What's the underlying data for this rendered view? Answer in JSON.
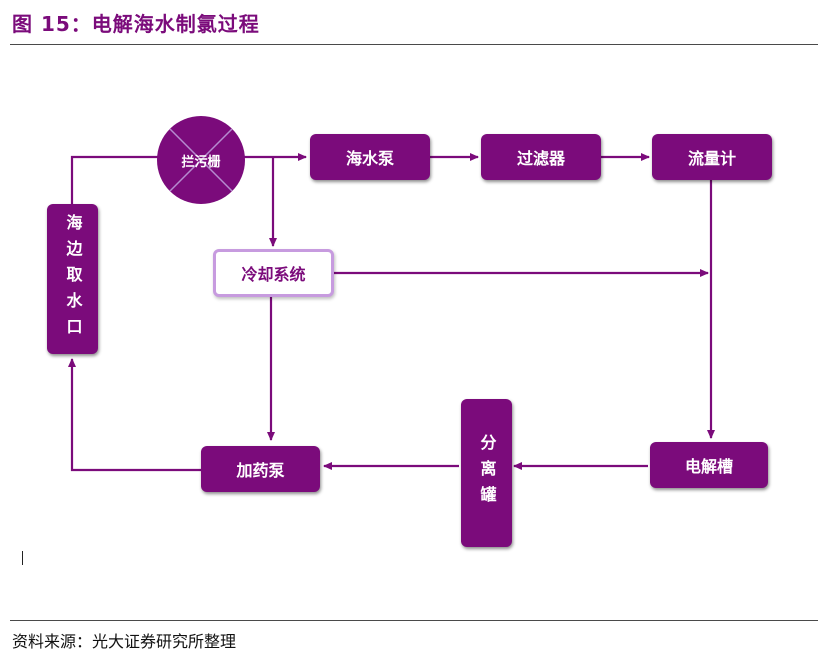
{
  "figure": {
    "title": "图 15：电解海水制氯过程",
    "source": "资料来源：光大证券研究所整理"
  },
  "colors": {
    "node_fill": "#7b0b7b",
    "arrow": "#7b0b7b",
    "outline_border": "#c79bdf",
    "screen_fill": "#7b0b7b",
    "screen_cross": "#b68bcf"
  },
  "diagram": {
    "nodes": {
      "seaside_intake": "海边取水口",
      "screen": "拦污栅",
      "seawater_pump": "海水泵",
      "filter": "过滤器",
      "flowmeter": "流量计",
      "cooling_system": "冷却系统",
      "electrolyzer": "电解槽",
      "separator_tank": "分离罐",
      "dosing_pump": "加药泵"
    }
  }
}
